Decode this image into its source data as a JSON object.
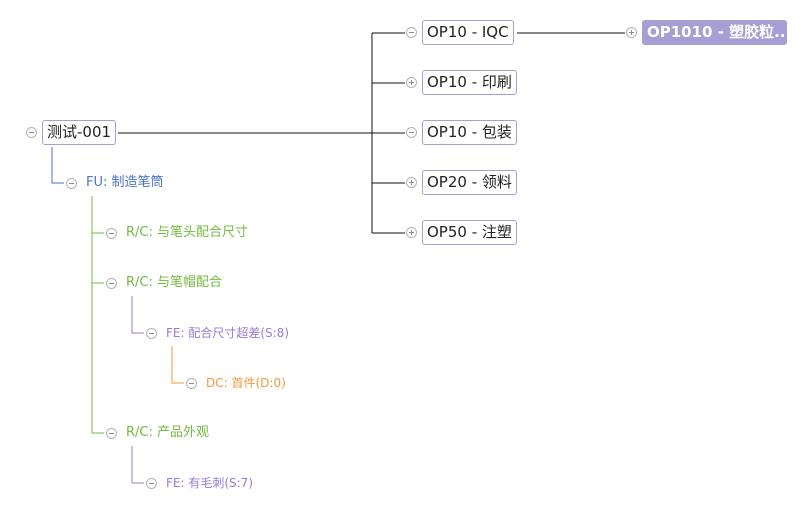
{
  "root": {
    "label": "测试-001",
    "toggle": "collapse"
  },
  "operations": [
    {
      "label": "OP10 - IQC",
      "toggle": "collapse"
    },
    {
      "label": "OP10 - 印刷",
      "toggle": "expand"
    },
    {
      "label": "OP10 - 包装",
      "toggle": "collapse"
    },
    {
      "label": "OP20 - 领料",
      "toggle": "expand"
    },
    {
      "label": "OP50 - 注塑",
      "toggle": "expand"
    }
  ],
  "sub_operation": {
    "label": "OP1010 - 塑胶粒...",
    "toggle": "expand",
    "selected": true
  },
  "function": {
    "label": "FU: 制造笔筒",
    "toggle": "collapse"
  },
  "requirements": [
    {
      "label": "R/C: 与笔头配合尺寸",
      "toggle": "collapse"
    },
    {
      "label": "R/C: 与笔帽配合",
      "toggle": "collapse"
    },
    {
      "label": "R/C: 产品外观",
      "toggle": "collapse"
    }
  ],
  "failure_effects": [
    {
      "label": "FE: 配合尺寸超差(S:8)",
      "toggle": "collapse"
    },
    {
      "label": "FE: 有毛刺(S:7)",
      "toggle": "collapse"
    }
  ],
  "detection": {
    "label": "DC: 首件(D:0)",
    "toggle": "collapse"
  },
  "colors": {
    "node_border": "#a79ed6",
    "selected_bg": "#a79ed6",
    "function": "#4a74c9",
    "requirement": "#72bb3c",
    "failure_effect": "#9a7bd3",
    "detection": "#f0993d",
    "root_connector": "#111111"
  }
}
